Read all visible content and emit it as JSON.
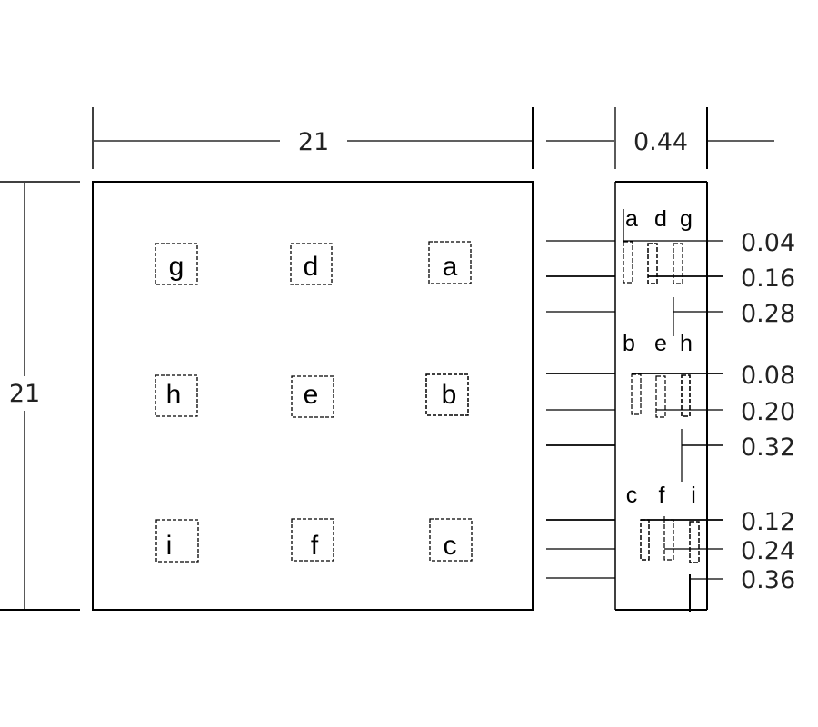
{
  "drawing": {
    "front_view": {
      "width_dimension": "21",
      "height_dimension": "21",
      "grid": [
        [
          "g",
          "d",
          "a"
        ],
        [
          "h",
          "e",
          "b"
        ],
        [
          "i",
          "f",
          "c"
        ]
      ]
    },
    "side_view": {
      "thickness_dimension": "0.44",
      "groups": [
        {
          "letters": [
            "a",
            "d",
            "g"
          ],
          "depths": [
            "0.04",
            "0.16",
            "0.28"
          ]
        },
        {
          "letters": [
            "b",
            "e",
            "h"
          ],
          "depths": [
            "0.08",
            "0.20",
            "0.32"
          ]
        },
        {
          "letters": [
            "c",
            "f",
            "i"
          ],
          "depths": [
            "0.12",
            "0.24",
            "0.36"
          ]
        }
      ]
    }
  }
}
